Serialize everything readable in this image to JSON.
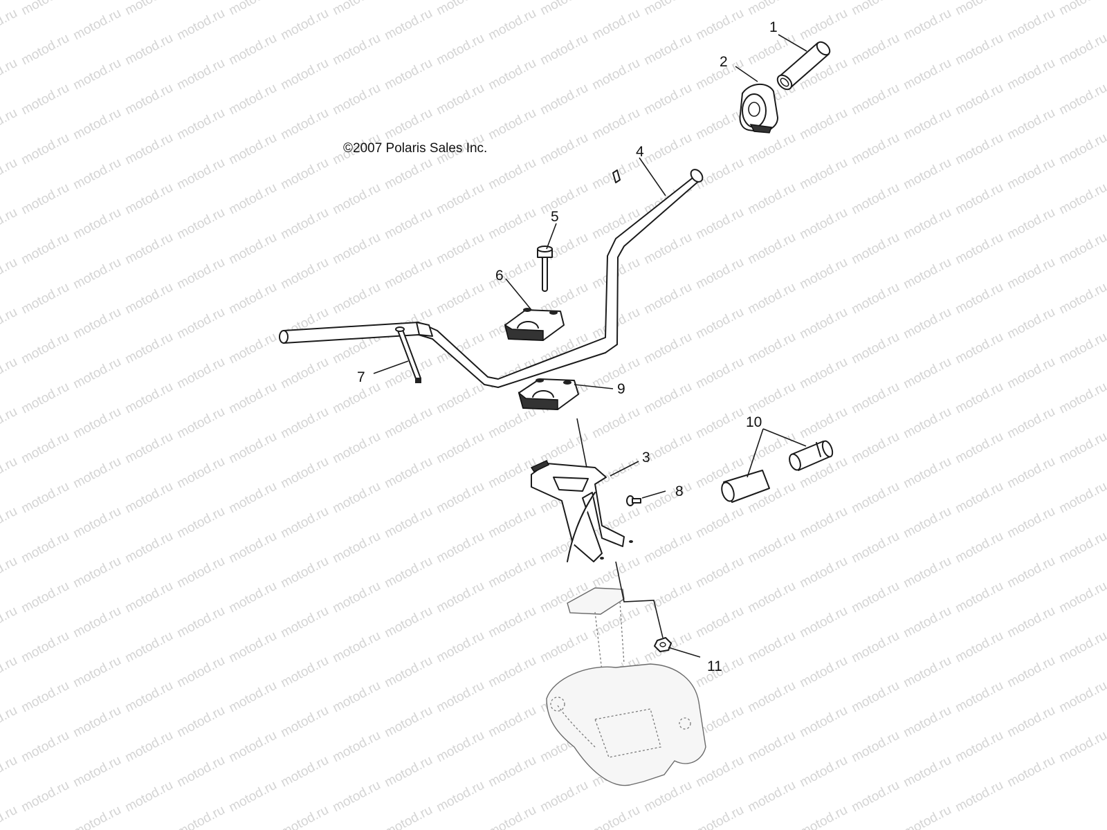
{
  "watermark": {
    "text": "motod.ru"
  },
  "copyright": "©2007 Polaris Sales Inc.",
  "callouts": [
    {
      "id": "c1",
      "label": "1"
    },
    {
      "id": "c2",
      "label": "2"
    },
    {
      "id": "c3",
      "label": "3"
    },
    {
      "id": "c4",
      "label": "4"
    },
    {
      "id": "c5",
      "label": "5"
    },
    {
      "id": "c6",
      "label": "6"
    },
    {
      "id": "c7",
      "label": "7"
    },
    {
      "id": "c8",
      "label": "8"
    },
    {
      "id": "c9",
      "label": "9"
    },
    {
      "id": "c10",
      "label": "10"
    },
    {
      "id": "c11",
      "label": "11"
    }
  ],
  "colors": {
    "line": "#1a1a1a",
    "watermark": "#d4d4d4",
    "background": "#ffffff"
  }
}
